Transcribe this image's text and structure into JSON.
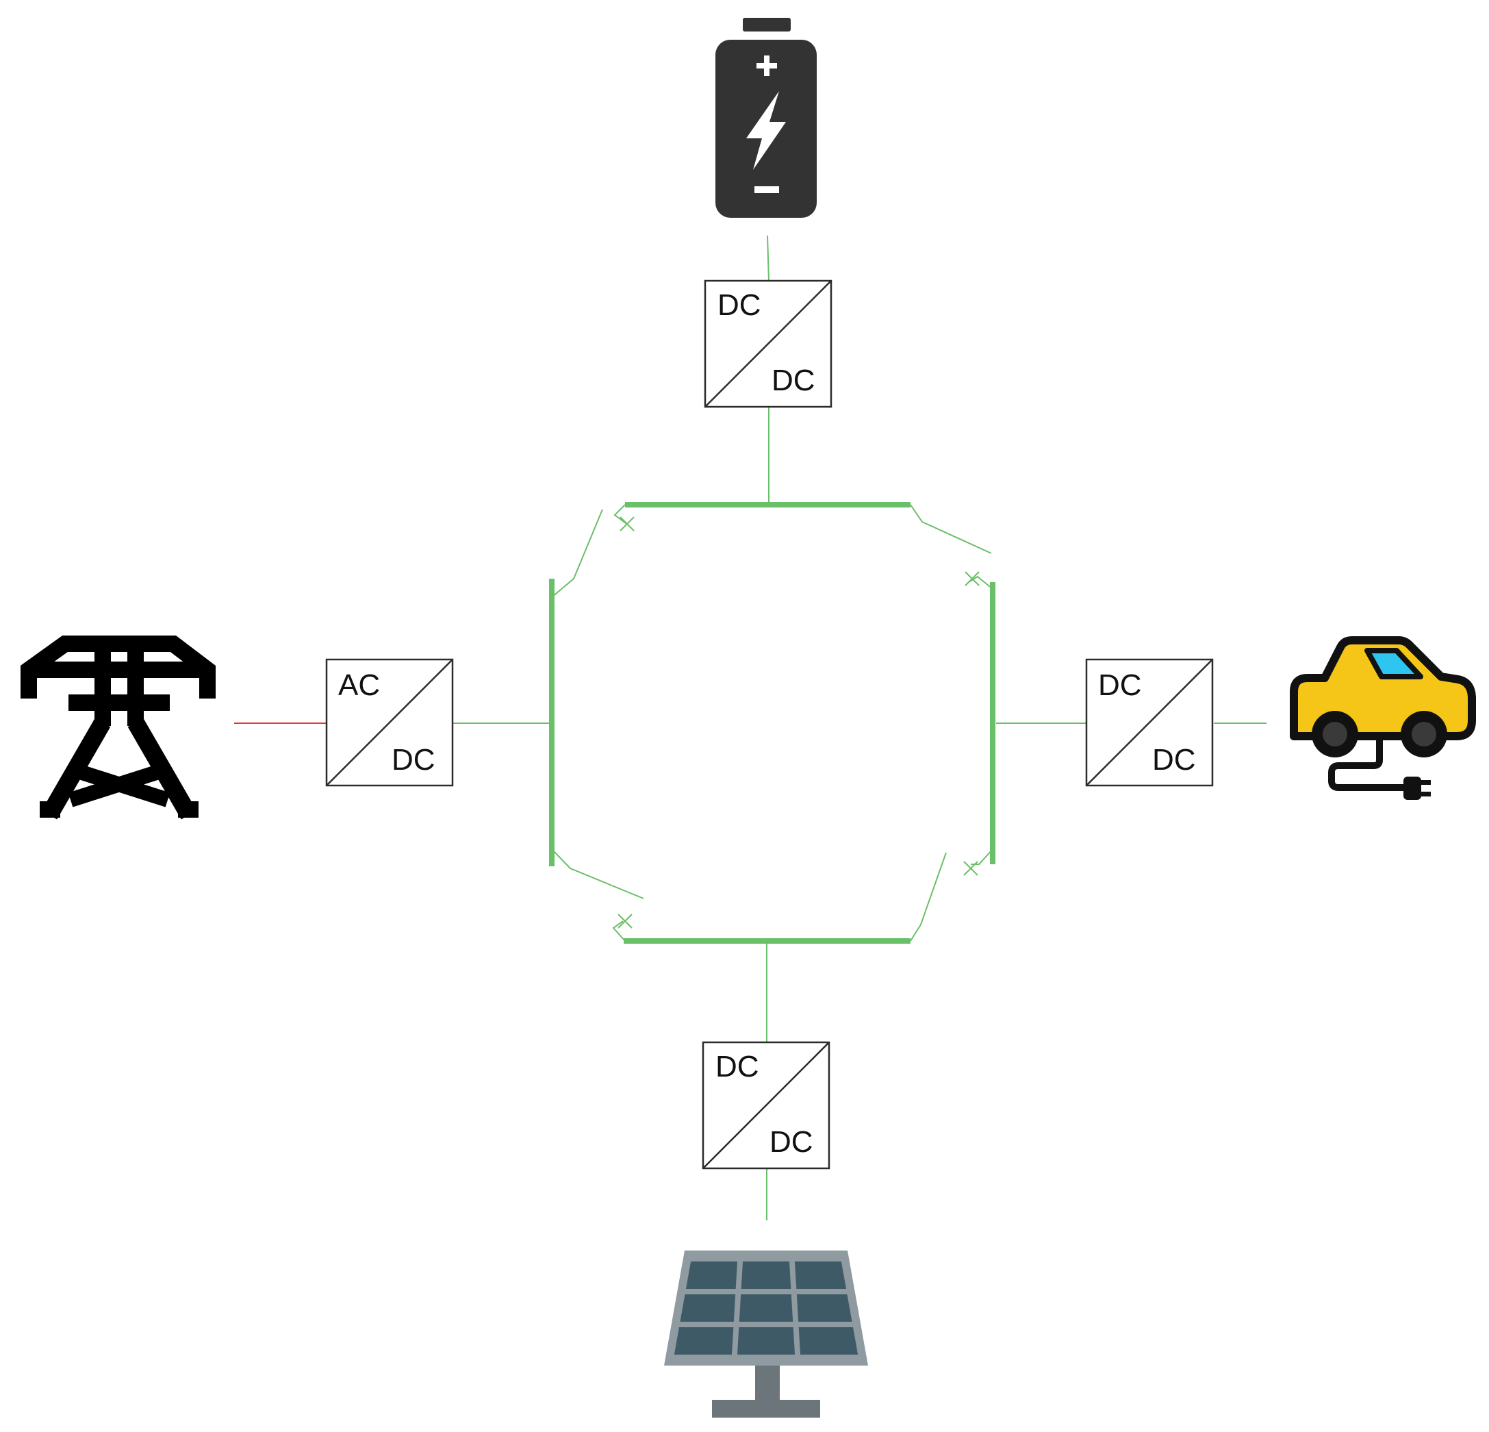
{
  "colors": {
    "dc_bus": "#6abf69",
    "ac_line": "#e53935",
    "converter_stroke": "#2b2b2b",
    "battery": "#333333",
    "tower": "#000000",
    "car_body": "#f5c518",
    "car_window": "#2ec5f0",
    "car_outline": "#111111",
    "car_wheel": "#3a3a3a",
    "panel_frame": "#8f9aa1",
    "panel_cell": "#3e5a66",
    "panel_stand": "#6c757a"
  },
  "icons": {
    "battery": "battery-icon",
    "grid": "transmission-tower-icon",
    "ev": "electric-car-icon",
    "pv": "solar-panel-icon"
  },
  "converters": {
    "battery": {
      "top": "DC",
      "bottom": "DC"
    },
    "grid": {
      "top": "AC",
      "bottom": "DC"
    },
    "ev": {
      "top": "DC",
      "bottom": "DC"
    },
    "pv": {
      "top": "DC",
      "bottom": "DC"
    }
  }
}
